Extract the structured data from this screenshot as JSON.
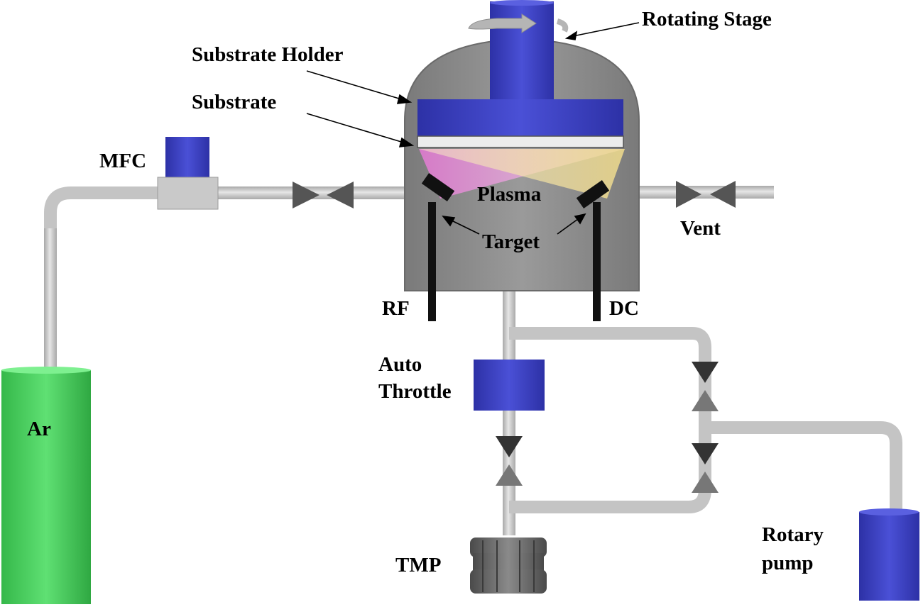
{
  "labels": {
    "rotating_stage": "Rotating Stage",
    "substrate_holder": "Substrate Holder",
    "substrate": "Substrate",
    "mfc": "MFC",
    "plasma": "Plasma",
    "target": "Target",
    "vent": "Vent",
    "rf": "RF",
    "dc": "DC",
    "auto": "Auto",
    "throttle": "Throttle",
    "ar": "Ar",
    "tmp": "TMP",
    "rotary": "Rotary",
    "pump": "pump"
  },
  "colors": {
    "chamber": "#8c8c8c",
    "blue_component": "#3a3fc0",
    "pipe": "#cfcfcf",
    "gas_cylinder": "#3fcf55",
    "valve": "#4a4a4a",
    "target": "#111111",
    "plasma_pink": "#e890d8",
    "plasma_yellow": "#f3e29a"
  }
}
